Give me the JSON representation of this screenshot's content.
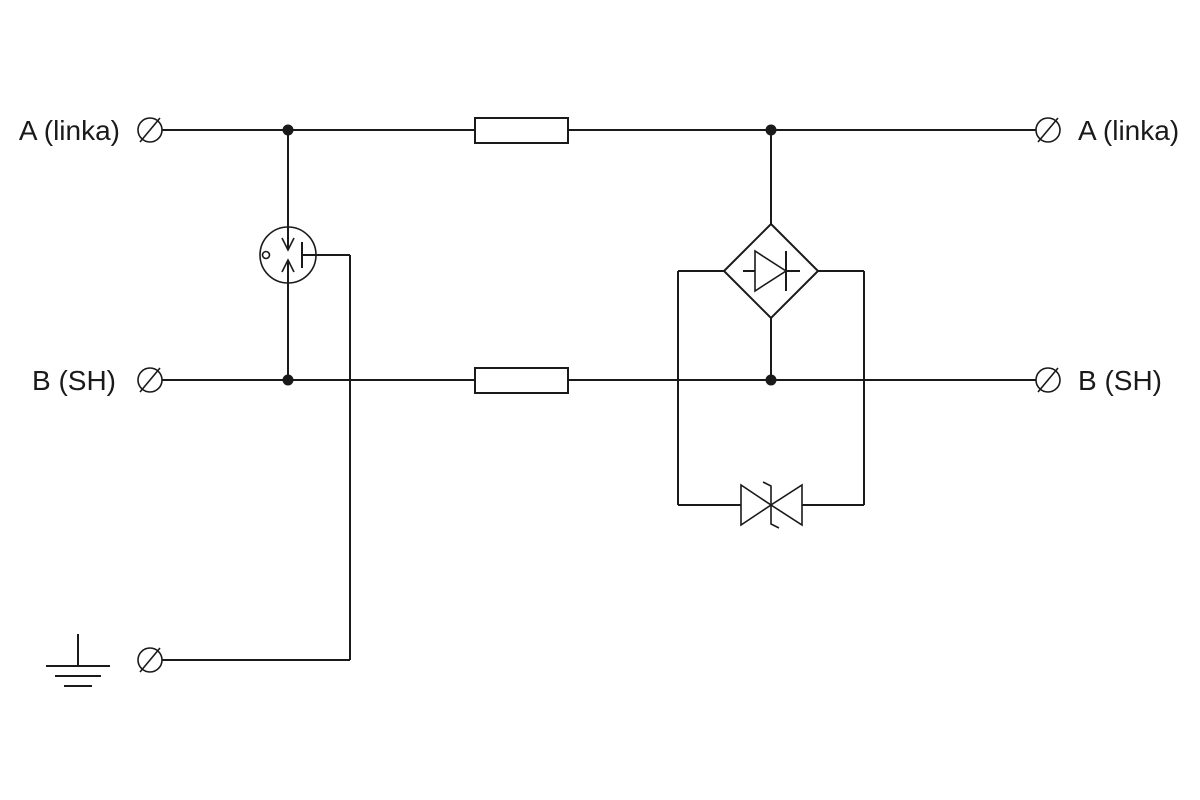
{
  "labels": {
    "left_top": "A (linka)",
    "left_mid": "B (SH)",
    "right_top": "A (linka)",
    "right_mid": "B (SH)"
  },
  "colors": {
    "line": "#1a1a1a",
    "background": "#ffffff"
  },
  "components": [
    "resistor",
    "resistor",
    "gas-discharge-tube",
    "diode-bridge",
    "bidirectional-tvs-diode",
    "ground"
  ]
}
